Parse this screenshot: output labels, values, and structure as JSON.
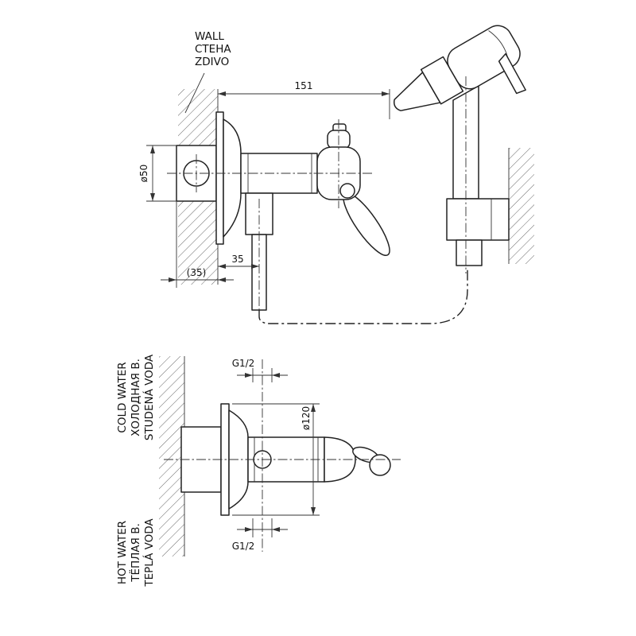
{
  "figure": {
    "kind": "installation technical drawing",
    "product": "concealed bidet mixer with wall-mounted hand shower",
    "line_color": "#222222",
    "background_color": "#ffffff"
  },
  "labels": {
    "wall": {
      "en": "WALL",
      "ru": "СТЕНА",
      "cz": "ZDIVO"
    },
    "cold_water": {
      "en": "COLD WATER",
      "ru": "ХОЛОДНАЯ В.",
      "cz": "STUDENÁ VODA"
    },
    "hot_water": {
      "en": "HOT WATER",
      "ru": "ТЁПЛАЯ В.",
      "cz": "TEPLÁ VODA"
    }
  },
  "dimensions": {
    "body_width": "151",
    "housing_diameter": "ø50",
    "wall_depth": "(35)",
    "outlet_offset": "35",
    "cold_thread": "G1/2",
    "flange_diameter": "ø120",
    "hot_thread": "G1/2"
  }
}
